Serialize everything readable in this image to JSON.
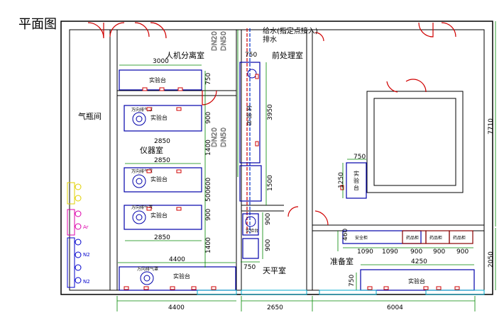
{
  "title": "平面图",
  "rooms": {
    "gas_cylinder": "气瓶间",
    "human_machine": "人机分离室",
    "instrument": "仪器室",
    "pretreatment": "前处理室",
    "balance": "天平室",
    "prep": "准备室"
  },
  "notes": {
    "water_supply": "给水(指定点接入)",
    "drain": "排水",
    "dn20": "DN20",
    "dn50": "DN50"
  },
  "bench": "实验台",
  "bench_vertical": [
    "实",
    "验",
    "台"
  ],
  "universal_hood": "万向排气罩",
  "safety_cabinet": "安全柜",
  "reagent_cabinet": "药品柜",
  "gas_labels": [
    "Ar",
    "N2",
    "N2"
  ],
  "dimensions": {
    "d3000": "3000",
    "d750": "750",
    "d2850": "2850",
    "d900": "900",
    "d1400": "1400",
    "d500": "500",
    "d600": "600",
    "d4400": "4400",
    "d3950": "3950",
    "d1500": "1500",
    "d1250": "1250",
    "d1090": "1090",
    "d4250": "4250",
    "d7710": "7710",
    "d2050": "2050",
    "d2650": "2650",
    "d6004": "6004",
    "d460": "460"
  }
}
